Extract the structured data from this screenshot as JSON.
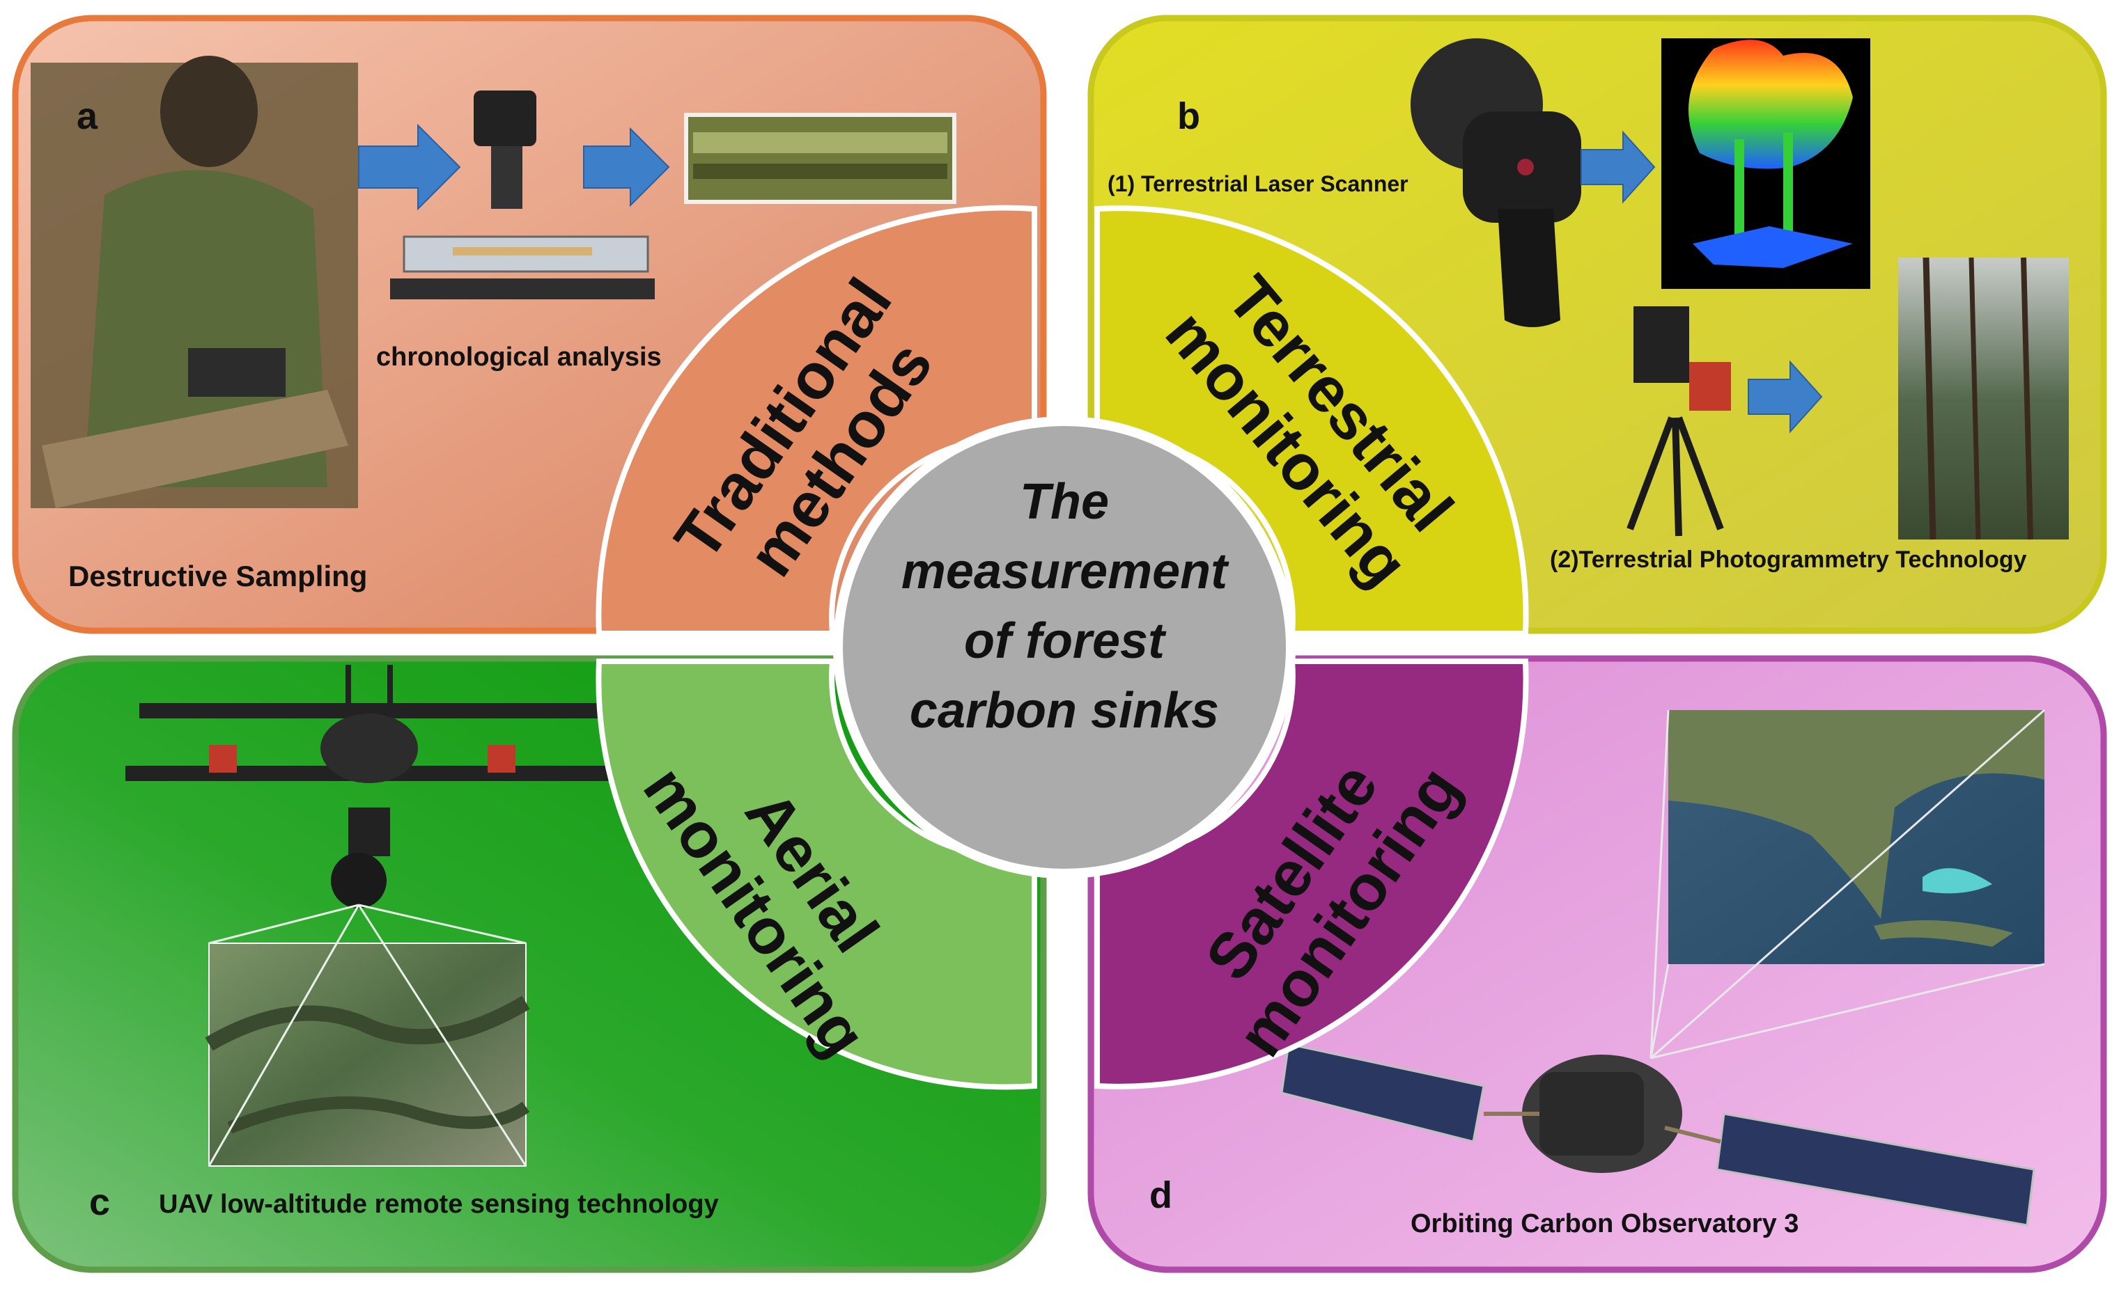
{
  "center": {
    "line1": "The",
    "line2": "measurement",
    "line3": "of forest",
    "line4": "carbon sinks"
  },
  "panels": {
    "a": {
      "letter": "a",
      "caption": "Destructive Sampling",
      "sub_caption": "chronological analysis",
      "arc_line1": "Traditional",
      "arc_line2": "methods",
      "panel_color": "#e89a78",
      "border_color": "#e8793c"
    },
    "b": {
      "letter": "b",
      "caption_1": "(1)  Terrestrial Laser Scanner",
      "caption_2": "(2)Terrestrial Photogrammetry Technology",
      "arc_line1": "Terrestrial",
      "arc_line2": "monitoring",
      "panel_color": "#d8d22a",
      "border_color": "#c8c81e"
    },
    "c": {
      "letter": "c",
      "caption": "UAV low-altitude remote sensing technology",
      "arc_line1": "Aerial",
      "arc_line2": "monitoring",
      "panel_color": "#2fae2f",
      "border_color": "#5e9e4a"
    },
    "d": {
      "letter": "d",
      "caption": "Orbiting Carbon Observatory 3",
      "arc_line1": "Satellite",
      "arc_line2": "monitoring",
      "panel_color": "#e6a6e0",
      "border_color": "#b04aa8"
    }
  },
  "icons": [
    "arrow-right-icon",
    "drone-icon",
    "satellite-icon",
    "laser-scanner-icon",
    "microscope-icon",
    "tripod-camera-icon"
  ]
}
